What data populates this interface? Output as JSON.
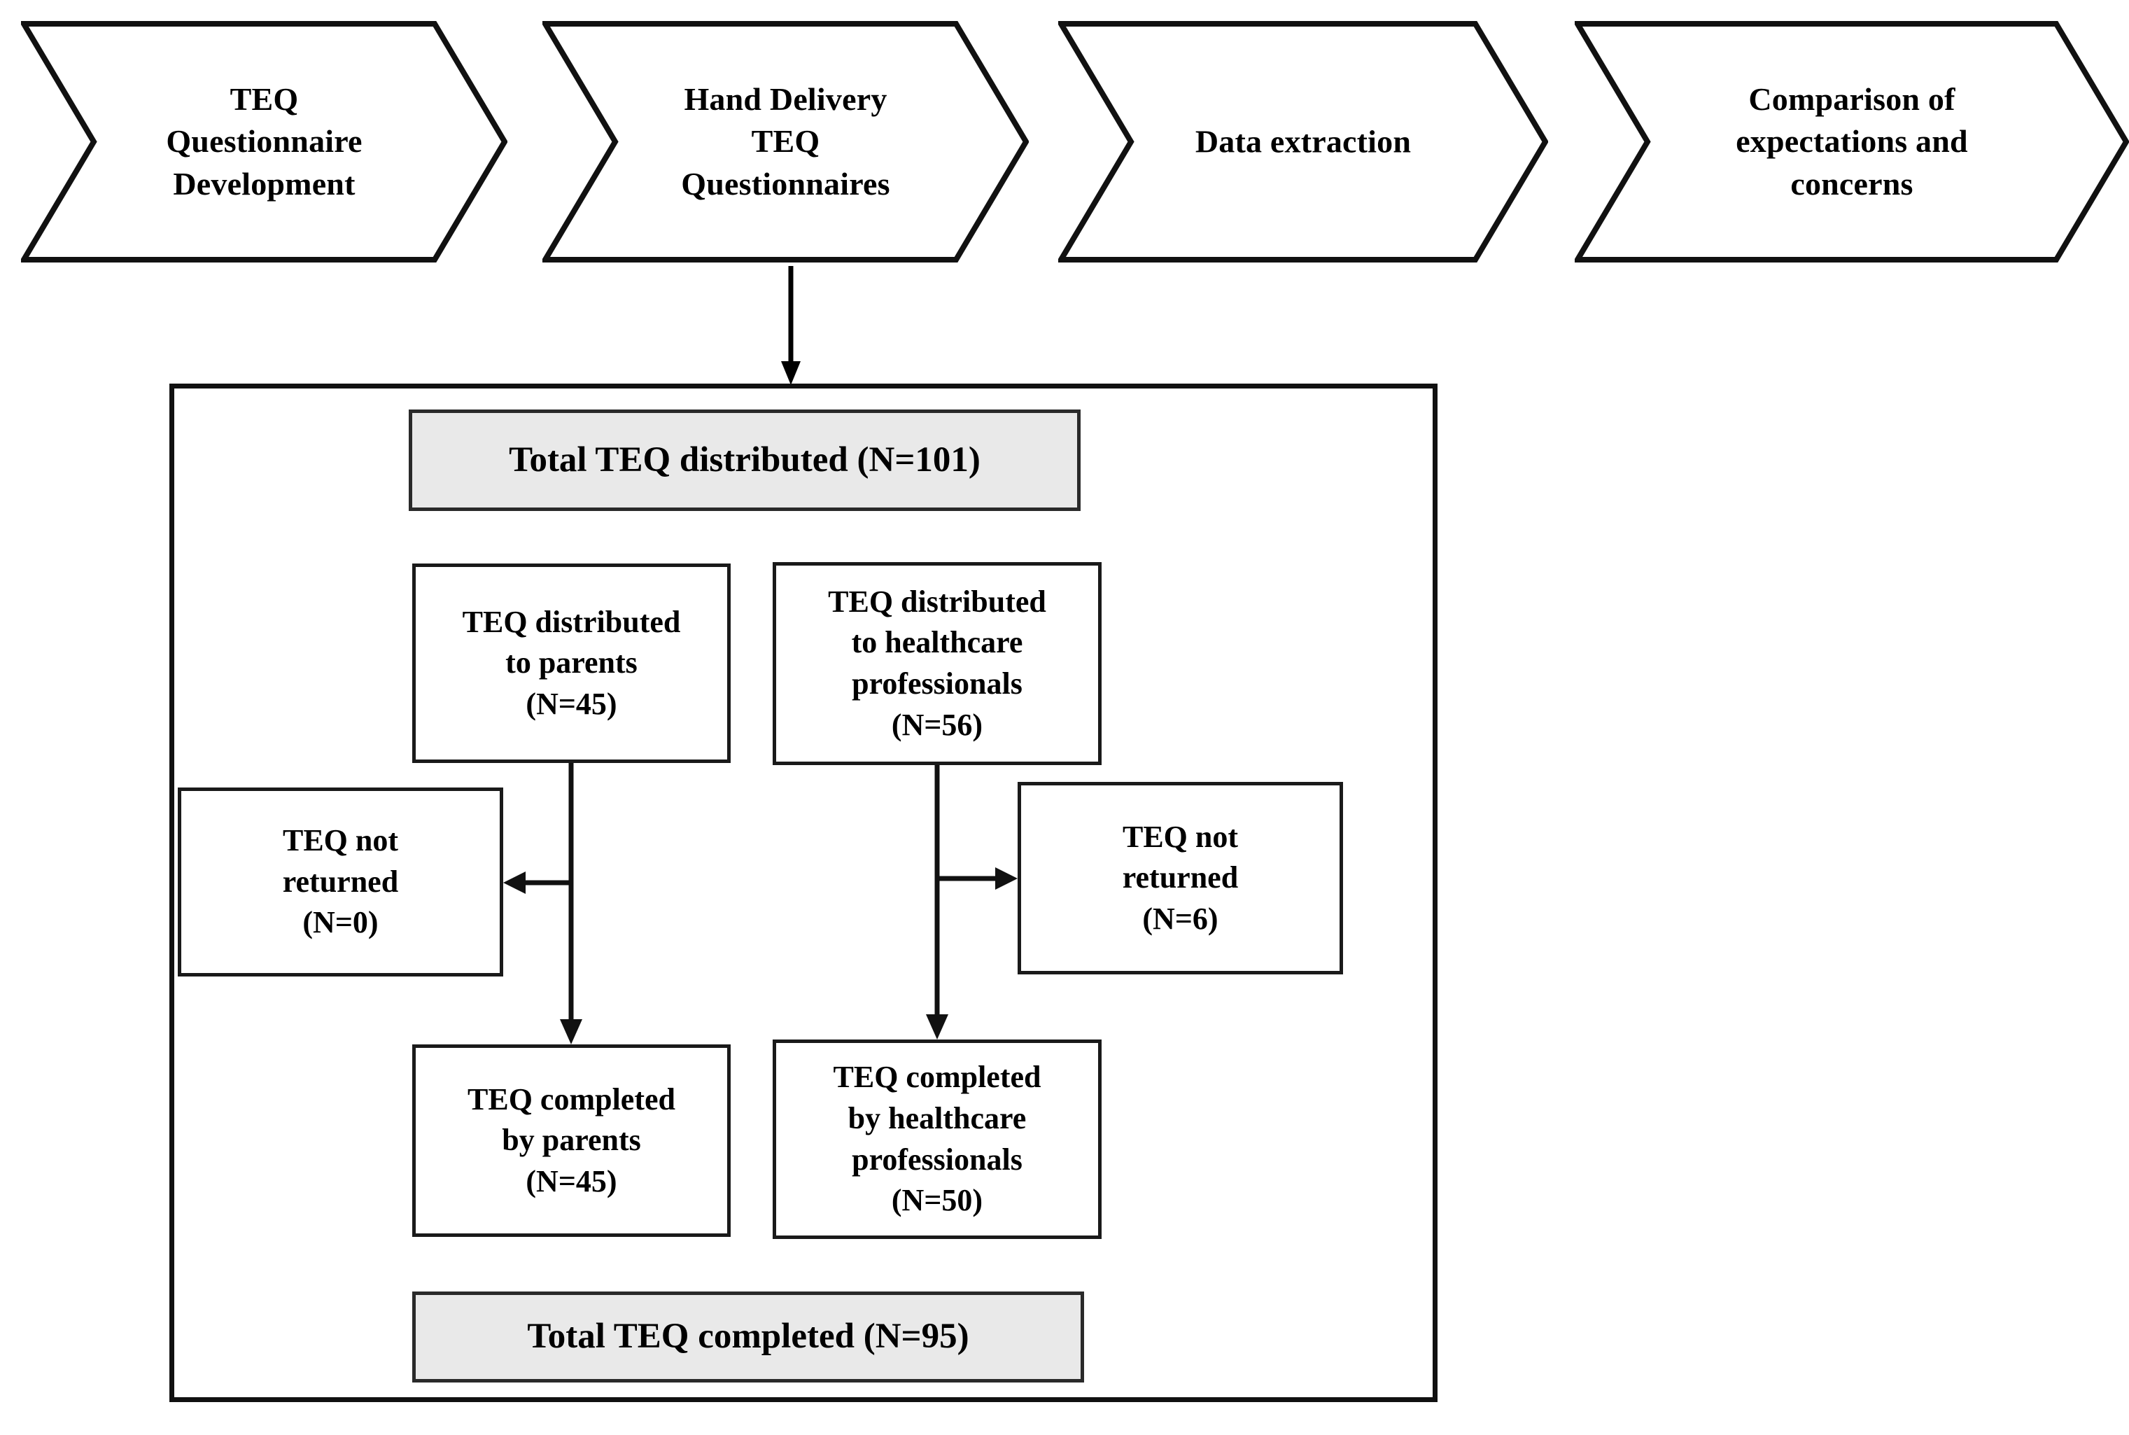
{
  "diagram": {
    "title": "TEQ questionnaire distribution and completion flow",
    "colors": {
      "stroke": "#111111",
      "node_fill": "#ffffff",
      "shaded_fill": "#e9e9e9",
      "text": "#000000",
      "background": "#ffffff"
    }
  },
  "process_band": {
    "steps": [
      {
        "id": "step-1",
        "label": "TEQ\nQuestionnaire\nDevelopment"
      },
      {
        "id": "step-2",
        "label": "Hand Delivery\nTEQ\nQuestionnaires"
      },
      {
        "id": "step-3",
        "label": "Data extraction"
      },
      {
        "id": "step-4",
        "label": "Comparison of\nexpectations and\nconcerns"
      }
    ]
  },
  "flow": {
    "total_distributed": {
      "label": "Total TEQ distributed (N=101)",
      "n": 101
    },
    "distributed_parents": {
      "label": "TEQ distributed\nto parents\n(N=45)",
      "n": 45
    },
    "distributed_hcp": {
      "label": "TEQ distributed\nto healthcare\nprofessionals\n(N=56)",
      "n": 56
    },
    "not_returned_parents": {
      "label": "TEQ not\nreturned\n(N=0)",
      "n": 0
    },
    "not_returned_hcp": {
      "label": "TEQ not\nreturned\n(N=6)",
      "n": 6
    },
    "completed_parents": {
      "label": "TEQ completed\nby parents\n(N=45)",
      "n": 45
    },
    "completed_hcp": {
      "label": "TEQ completed\nby healthcare\nprofessionals\n(N=50)",
      "n": 50
    },
    "total_completed": {
      "label": "Total TEQ completed (N=95)",
      "n": 95
    }
  },
  "chart_data": {
    "type": "diagram",
    "title": "TEQ questionnaire distribution and completion flow",
    "nodes": [
      {
        "id": "total_distributed",
        "text": "Total TEQ distributed (N=101)",
        "value": 101,
        "style": "shaded"
      },
      {
        "id": "distributed_parents",
        "text": "TEQ distributed to parents (N=45)",
        "value": 45,
        "style": "plain"
      },
      {
        "id": "distributed_hcp",
        "text": "TEQ distributed to healthcare professionals (N=56)",
        "value": 56,
        "style": "plain"
      },
      {
        "id": "not_returned_parents",
        "text": "TEQ not returned (N=0)",
        "value": 0,
        "style": "plain"
      },
      {
        "id": "not_returned_hcp",
        "text": "TEQ not returned (N=6)",
        "value": 6,
        "style": "plain"
      },
      {
        "id": "completed_parents",
        "text": "TEQ completed by parents (N=45)",
        "value": 45,
        "style": "plain"
      },
      {
        "id": "completed_hcp",
        "text": "TEQ completed by healthcare professionals (N=50)",
        "value": 50,
        "style": "plain"
      },
      {
        "id": "total_completed",
        "text": "Total TEQ completed (N=95)",
        "value": 95,
        "style": "shaded"
      }
    ],
    "edges": [
      {
        "from": "step-2",
        "to": "flow_container",
        "direction": "down"
      },
      {
        "from": "distributed_parents",
        "to": "not_returned_parents",
        "direction": "left"
      },
      {
        "from": "distributed_parents",
        "to": "completed_parents",
        "direction": "down"
      },
      {
        "from": "distributed_hcp",
        "to": "not_returned_hcp",
        "direction": "right"
      },
      {
        "from": "distributed_hcp",
        "to": "completed_hcp",
        "direction": "down"
      }
    ]
  }
}
